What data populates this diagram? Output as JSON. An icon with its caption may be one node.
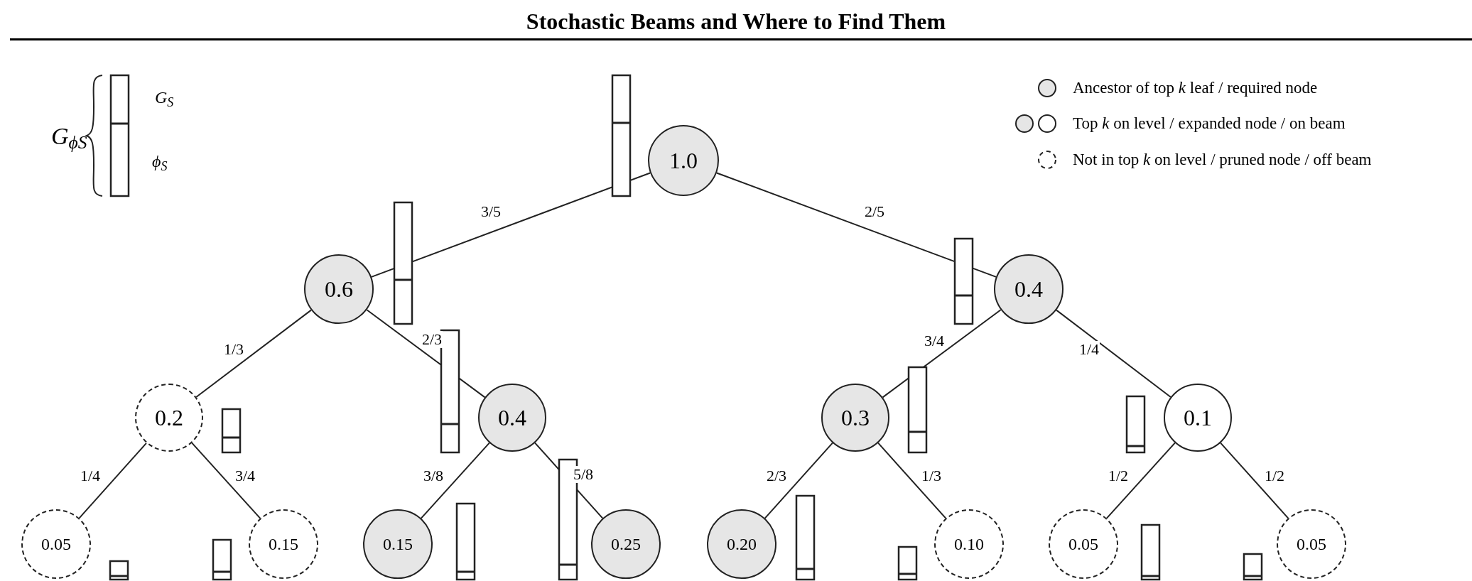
{
  "diagram": {
    "title": "Stochastic Beams and Where to Find Them",
    "nodes": [
      {
        "text": [
          "1.0"
        ]
      },
      {
        "text": [
          "0.6"
        ]
      },
      {
        "text": [
          "0.4"
        ]
      },
      {
        "text": [
          "0.2"
        ]
      },
      {
        "text": [
          "0.4"
        ]
      },
      {
        "text": [
          "0.3"
        ]
      },
      {
        "text": [
          "0.1"
        ]
      },
      {
        "text": [
          "0.05"
        ]
      },
      {
        "text": [
          "0.15"
        ]
      },
      {
        "text": [
          "0.15"
        ]
      },
      {
        "text": [
          "0.25"
        ]
      },
      {
        "text": [
          "0.20"
        ]
      },
      {
        "text": [
          "0.10"
        ]
      },
      {
        "text": [
          "0.05"
        ]
      },
      {
        "text": [
          "0.05"
        ]
      }
    ],
    "edges": [
      {
        "from": 0,
        "to": 1,
        "arrow": "none",
        "label": "3/5"
      },
      {
        "from": 0,
        "to": 2,
        "arrow": "none",
        "label": "2/5"
      },
      {
        "from": 1,
        "to": 3,
        "arrow": "none",
        "label": "1/3"
      },
      {
        "from": 1,
        "to": 4,
        "arrow": "none",
        "label": "2/3"
      },
      {
        "from": 2,
        "to": 5,
        "arrow": "none",
        "label": "3/4"
      },
      {
        "from": 2,
        "to": 6,
        "arrow": "none",
        "label": "1/4"
      },
      {
        "from": 3,
        "to": 7,
        "arrow": "none",
        "label": "1/4"
      },
      {
        "from": 3,
        "to": 8,
        "arrow": "none",
        "label": "3/4"
      },
      {
        "from": 4,
        "to": 9,
        "arrow": "none",
        "label": "3/8"
      },
      {
        "from": 4,
        "to": 10,
        "arrow": "none",
        "label": "5/8"
      },
      {
        "from": 5,
        "to": 11,
        "arrow": "none",
        "label": "2/3"
      },
      {
        "from": 5,
        "to": 12,
        "arrow": "none",
        "label": "1/3"
      },
      {
        "from": 6,
        "to": 13,
        "arrow": "none",
        "label": "1/2"
      },
      {
        "from": 6,
        "to": 14,
        "arrow": "none",
        "label": "1/2"
      }
    ],
    "labels": [
      "G$_{S}$",
      "G$_{ϕS}$",
      "ϕ$_{S}$"
    ],
    "legend": [
      {
        "text": "Ancestor of top *k* leaf / required node"
      },
      {
        "text": "Top *k* on level / expanded node / on beam"
      },
      {
        "text": "Not in top *k* on level / pruned node / off beam"
      }
    ]
  }
}
